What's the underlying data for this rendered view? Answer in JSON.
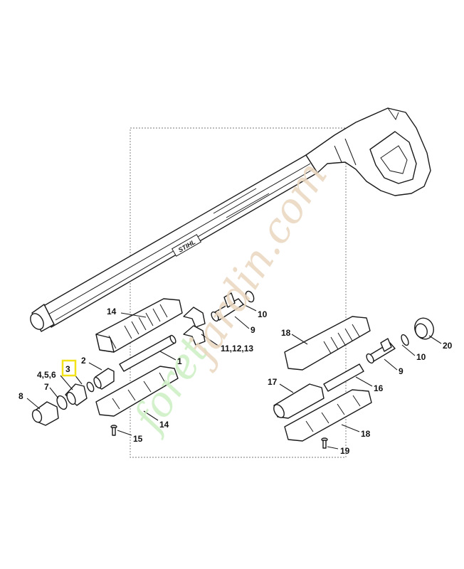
{
  "diagram": {
    "watermark": {
      "part1": "foret",
      "part2": "jardin.com"
    },
    "brand_mark": "STIHL",
    "highlight_color": "#f2e21a",
    "callouts": [
      {
        "id": "c1",
        "text": "1"
      },
      {
        "id": "c2",
        "text": "2"
      },
      {
        "id": "c3",
        "text": "3",
        "highlighted": true
      },
      {
        "id": "c456",
        "text": "4,5,6"
      },
      {
        "id": "c7",
        "text": "7"
      },
      {
        "id": "c8",
        "text": "8"
      },
      {
        "id": "c9a",
        "text": "9"
      },
      {
        "id": "c9b",
        "text": "9"
      },
      {
        "id": "c10a",
        "text": "10"
      },
      {
        "id": "c10b",
        "text": "10"
      },
      {
        "id": "c111213",
        "text": "11,12,13"
      },
      {
        "id": "c14a",
        "text": "14"
      },
      {
        "id": "c14b",
        "text": "14"
      },
      {
        "id": "c15",
        "text": "15"
      },
      {
        "id": "c16",
        "text": "16"
      },
      {
        "id": "c17",
        "text": "17"
      },
      {
        "id": "c18a",
        "text": "18"
      },
      {
        "id": "c18b",
        "text": "18"
      },
      {
        "id": "c19",
        "text": "19"
      },
      {
        "id": "c20",
        "text": "20"
      }
    ]
  }
}
